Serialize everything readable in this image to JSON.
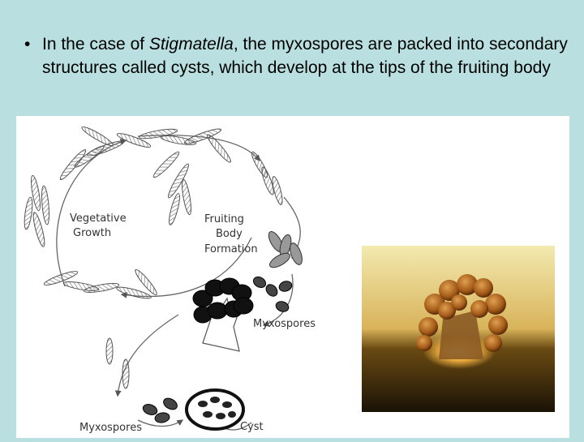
{
  "slide": {
    "bullet": "•",
    "text_before": "In the case of ",
    "text_italic": "Stigmatella",
    "text_after": ", the myxospores are packed into secondary structures called cysts, which develop at the tips of the fruiting body"
  },
  "diagram": {
    "labels": {
      "vegetative_1": "Vegetative",
      "vegetative_2": "Growth",
      "fruiting_1": "Fruiting",
      "fruiting_2": "Body",
      "fruiting_3": "Formation",
      "myxospores_right": "Myxospores",
      "myxospores_bottom": "Myxospores",
      "cyst": "Cyst"
    }
  }
}
